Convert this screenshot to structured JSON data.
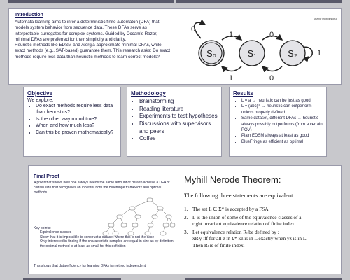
{
  "colors": {
    "background": "#c8c8cc",
    "panel": "#ffffff",
    "title": "#1a1a5a",
    "state_fill": "#e4e4e8"
  },
  "intro": {
    "title": "Introduction",
    "paragraph1": "Automata learning aims to infer a deterministic finite automaton (DFA) that models system behavior from sequence data. These DFAs serve as interpretable surrogates for complex systems. Guided by Occam's Razor, minimal DFAs are preferred for their simplicity and clarity.",
    "paragraph2": "Heuristic methods like EDSM and Alergia approximate minimal DFAs, while exact methods (e.g., SAT-based) guarantee them. This research asks: Do exact methods require less data than heuristic methods to learn correct models?",
    "diagram_caption": "DFA for multiples of 3",
    "states": [
      "S₀",
      "S₁",
      "S₂"
    ],
    "edge_labels": {
      "self0": "0",
      "s0s1": "1",
      "s1s0": "1",
      "s1s2": "0",
      "s2s1": "0",
      "self2": "1"
    }
  },
  "objective": {
    "title": "Objective",
    "lead": "We explore:",
    "items": [
      "Do exact methods require less data than heuristics?",
      "Is the other way round true?",
      "When and how much less?",
      "Can this be proven mathematically?"
    ]
  },
  "methodology": {
    "title": "Methodology",
    "items": [
      "Brainstorming",
      "Reading literature",
      "Experiments to test hypotheses",
      "Discussions with supervisors and peers",
      "Coffee"
    ]
  },
  "results": {
    "title": "Results",
    "items": [
      "L = a → heuristic can be just as good",
      "L = (abc)⁺ → heuristic can outperform unless properly defined",
      "Same dataset, different DFAs → heuristic always possibly outperforms (from a certain POV)",
      "Plain EDSM always at least as good",
      "BlueFringe as efficient as optimal"
    ]
  },
  "final_proof": {
    "title": "Final Proof",
    "intro": "A proof that shows how one always needs the same amount of data to achieve a DFA of certain size that recognises an input for both the Bluefringe framework and optimal methods",
    "key_points_label": "Key points:",
    "key_points": [
      "Equivalence classes",
      "Show that it is impossible to construct a dataset where this is not the case",
      "Only interested in finding if the characteristic samples are equal in size as by definition the optimal method is at least as small for this definition"
    ],
    "conclusion": "This shows that data efficiency for learning DFAs is method independent"
  },
  "myhill": {
    "title": "Myhill Nerode Theorem:",
    "subtitle": "The following three statements are equivalent",
    "items": [
      {
        "num": "1.",
        "lines": [
          "The set L ∈ Σ* is accepted by a FSA"
        ]
      },
      {
        "num": "2.",
        "lines": [
          "L is the union of some of the equivalence classes of a",
          "right invariant equivalence relation of finite index."
        ]
      },
      {
        "num": "3.",
        "lines": [
          "Let equivalence relation Rₗ be defined by :",
          "xRₗy iff for all z in Σ* xz is in L exactly when yz is in L.",
          "Then Rₗ is of finite index."
        ]
      }
    ]
  }
}
